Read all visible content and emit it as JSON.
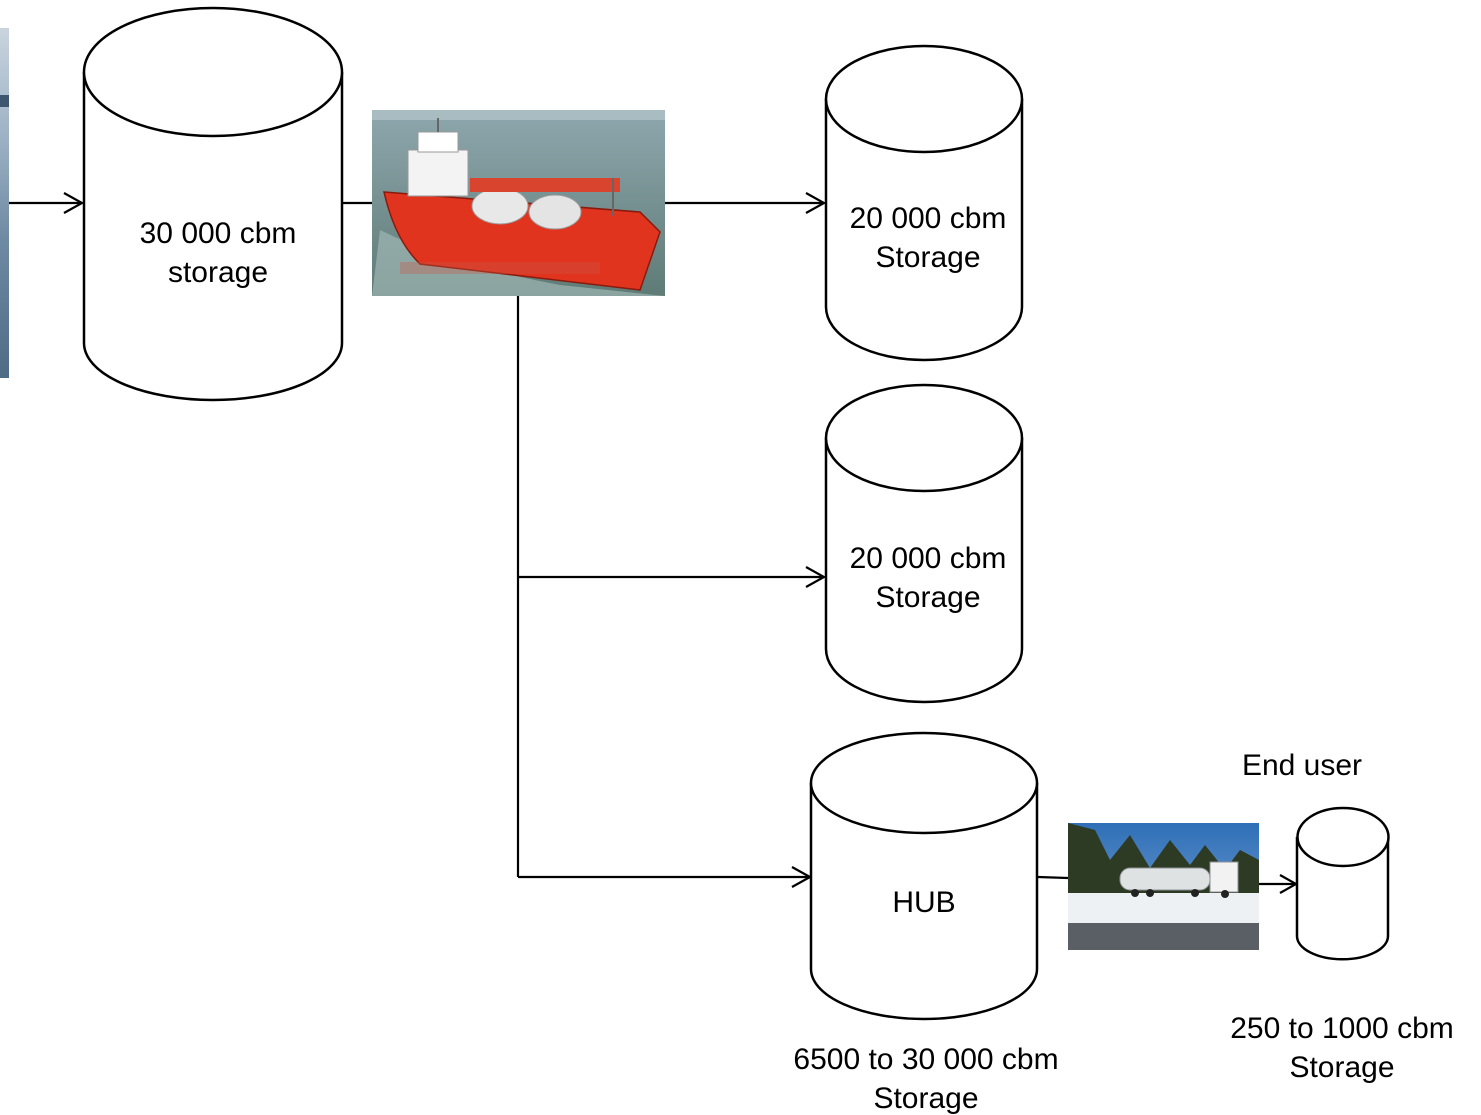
{
  "nodes": {
    "main_storage": {
      "line1": "30 000 cbm",
      "line2": "storage"
    },
    "storage_top": {
      "line1": "20 000 cbm",
      "line2": "Storage"
    },
    "storage_middle": {
      "line1": "20 000 cbm",
      "line2": "Storage"
    },
    "hub": {
      "label": "HUB",
      "caption_line1": "6500 to 30 000 cbm",
      "caption_line2": "Storage"
    },
    "end_user": {
      "title": "End user",
      "caption_line1": "250 to 1000 cbm",
      "caption_line2": "Storage"
    }
  },
  "images": {
    "source_photo": "source-photo",
    "ship_photo": "lng-carrier-ship-photo",
    "truck_photo": "lng-tanker-truck-photo"
  },
  "colors": {
    "stroke": "#000000",
    "ship_hull": "#e0341f",
    "sea": "#6f8c86"
  }
}
